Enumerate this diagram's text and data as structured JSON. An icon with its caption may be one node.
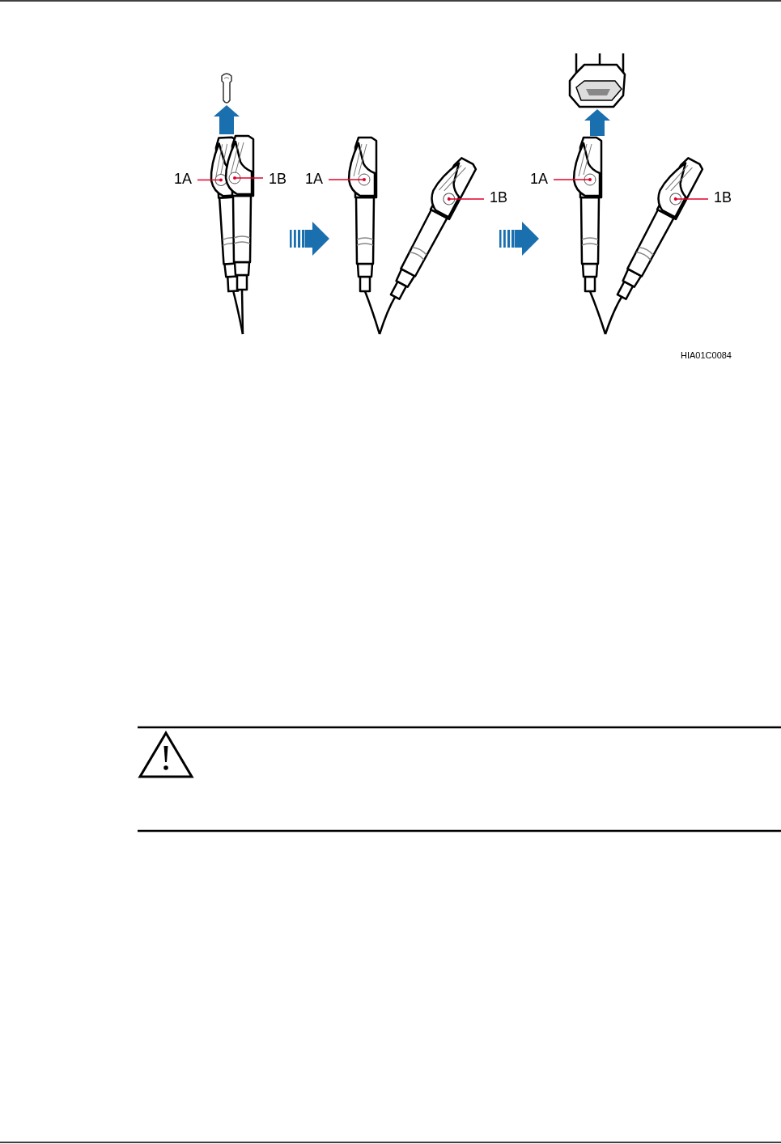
{
  "diagram": {
    "nodes": [
      {
        "text": [
          "1A"
        ]
      },
      {
        "text": [],
        "shape": "picture"
      },
      {
        "text": [
          "1B"
        ]
      },
      {
        "text": [],
        "shape": "picture"
      },
      {
        "text": [
          "1A"
        ]
      },
      {
        "text": [],
        "shape": "picture"
      },
      {
        "text": [
          "1B"
        ]
      },
      {
        "text": [],
        "shape": "picture"
      },
      {
        "text": [
          "1A"
        ]
      },
      {
        "text": [],
        "shape": "picture"
      },
      {
        "text": [
          "1B"
        ]
      },
      {
        "text": [],
        "shape": "picture"
      },
      {
        "text": [],
        "shape": "picture"
      },
      {
        "text": [],
        "shape": "picture"
      }
    ],
    "edges": [
      {
        "from": 0,
        "to": 1,
        "arrow": "none"
      },
      {
        "from": 2,
        "to": 3,
        "arrow": "none"
      },
      {
        "from": 4,
        "to": 5,
        "arrow": "none"
      },
      {
        "from": 6,
        "to": 7,
        "arrow": "none"
      },
      {
        "from": 8,
        "to": 9,
        "arrow": "none"
      },
      {
        "from": 10,
        "to": 11,
        "arrow": "none"
      },
      {
        "from": 3,
        "to": 12,
        "arrow": "to",
        "style": "thick",
        "color": "#1a6fae"
      },
      {
        "from": 9,
        "to": 13,
        "arrow": "to",
        "style": "thick",
        "color": "#1a6fae"
      }
    ],
    "labels": [
      "HIA01C0084"
    ]
  }
}
